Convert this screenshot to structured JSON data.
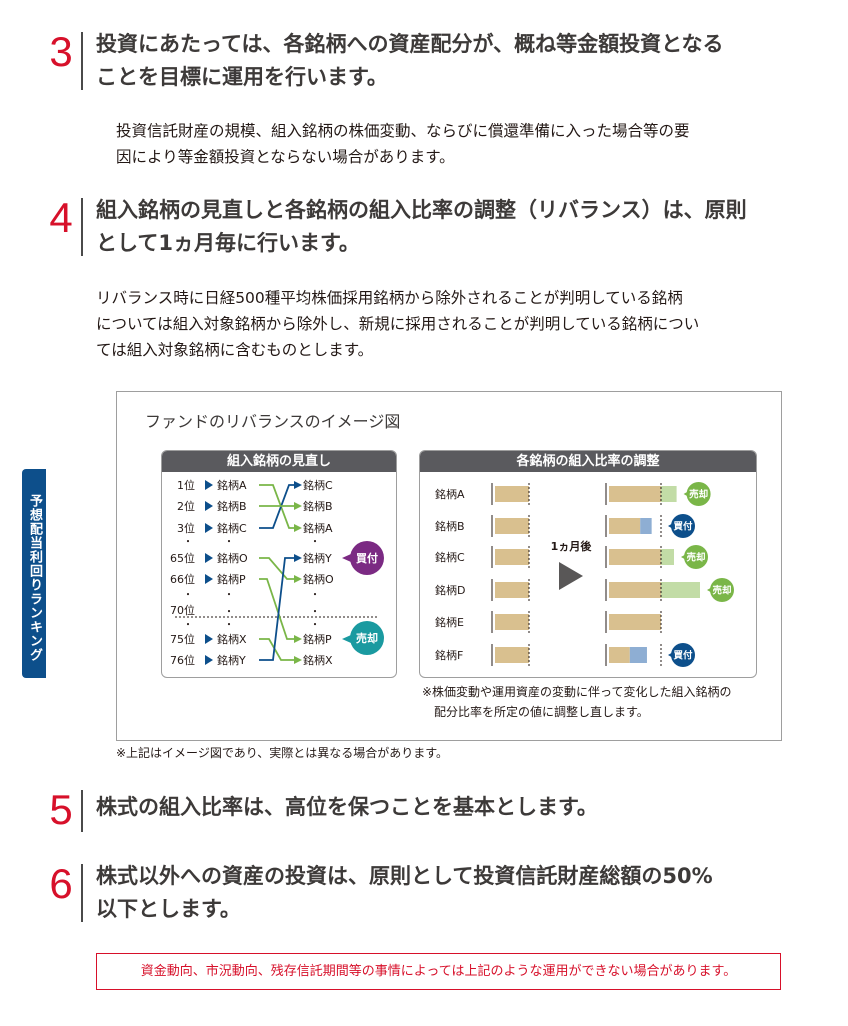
{
  "sections": [
    {
      "number": "3",
      "heading_lines": [
        "投資にあたっては、各銘柄への資産配分が、概ね等金額投資となる",
        "ことを目標に運用を行います。"
      ]
    },
    {
      "number": "4",
      "heading_lines": [
        "組入銘柄の見直しと各銘柄の組入比率の調整（リバランス）は、原則",
        "として1ヵ月毎に行います。"
      ]
    },
    {
      "number": "5",
      "heading_lines": [
        "株式の組入比率は、高位を保つことを基本とします。"
      ]
    },
    {
      "number": "6",
      "heading_lines": [
        "株式以外への資産の投資は、原則として投資信託財産総額の50%",
        "以下とします。"
      ]
    }
  ],
  "sec3_body": [
    "投資信託財産の規模、組入銘柄の株価変動、ならびに償還準備に入った場合等の要",
    "因により等金額投資とならない場合があります。"
  ],
  "sec4_body": [
    "リバランス時に日経500種平均株価採用銘柄から除外されることが判明している銘柄",
    "については組入対象銘柄から除外し、新規に採用されることが判明している銘柄につい",
    "ては組入対象銘柄に含むものとします。"
  ],
  "figure": {
    "title": "ファンドのリバランスのイメージ図",
    "left_panel": {
      "header": "組入銘柄の見直し",
      "vertical_label": "予想配当利回りランキング",
      "ranks": [
        "1位",
        "2位",
        "3位",
        "65位",
        "66位",
        "70位",
        "75位",
        "76位"
      ],
      "left_stocks": [
        "銘柄A",
        "銘柄B",
        "銘柄C",
        "銘柄O",
        "銘柄P",
        "銘柄X",
        "銘柄Y"
      ],
      "right_stocks": [
        "銘柄C",
        "銘柄B",
        "銘柄A",
        "銘柄Y",
        "銘柄O",
        "銘柄P",
        "銘柄X"
      ],
      "buy_label": "買付",
      "sell_label": "売却",
      "dot": "・"
    },
    "right_panel": {
      "header": "各銘柄の組入比率の調整",
      "stocks": [
        "銘柄A",
        "銘柄B",
        "銘柄C",
        "銘柄D",
        "銘柄E",
        "銘柄F"
      ],
      "after_label": "1ヵ月後",
      "sell_label": "売却",
      "buy_label": "買付",
      "after_adjustments": [
        {
          "stock": "銘柄A",
          "excess": 0.3,
          "shortfall": 0,
          "action": "売却"
        },
        {
          "stock": "銘柄B",
          "excess": 0,
          "shortfall": 0.4,
          "action": "買付"
        },
        {
          "stock": "銘柄C",
          "excess": 0.25,
          "shortfall": 0,
          "action": "売却"
        },
        {
          "stock": "銘柄D",
          "excess": 0.75,
          "shortfall": 0,
          "action": "売却"
        },
        {
          "stock": "銘柄E",
          "excess": 0,
          "shortfall": 0,
          "action": ""
        },
        {
          "stock": "銘柄F",
          "excess": 0,
          "shortfall": 0.6,
          "action": "買付"
        }
      ],
      "note_lines": [
        "※株価変動や運用資産の変動に伴って変化した組入銘柄の",
        "配分比率を所定の値に調整し直します。"
      ]
    }
  },
  "figure_footnote": "※上記はイメージ図であり、実際とは異なる場合があります。",
  "notice": "資金動向、市況動向、残存信託期間等の事情によっては上記のような運用ができない場合があります。",
  "colors": {
    "accent_red": "#d7102a",
    "navy": "#0d4f8b",
    "green": "#7ab648",
    "teal": "#1a9aa0",
    "purple": "#7b2a83",
    "tan": "#d9c08f",
    "light_green": "#c2dca6",
    "light_blue": "#8eaed3"
  }
}
